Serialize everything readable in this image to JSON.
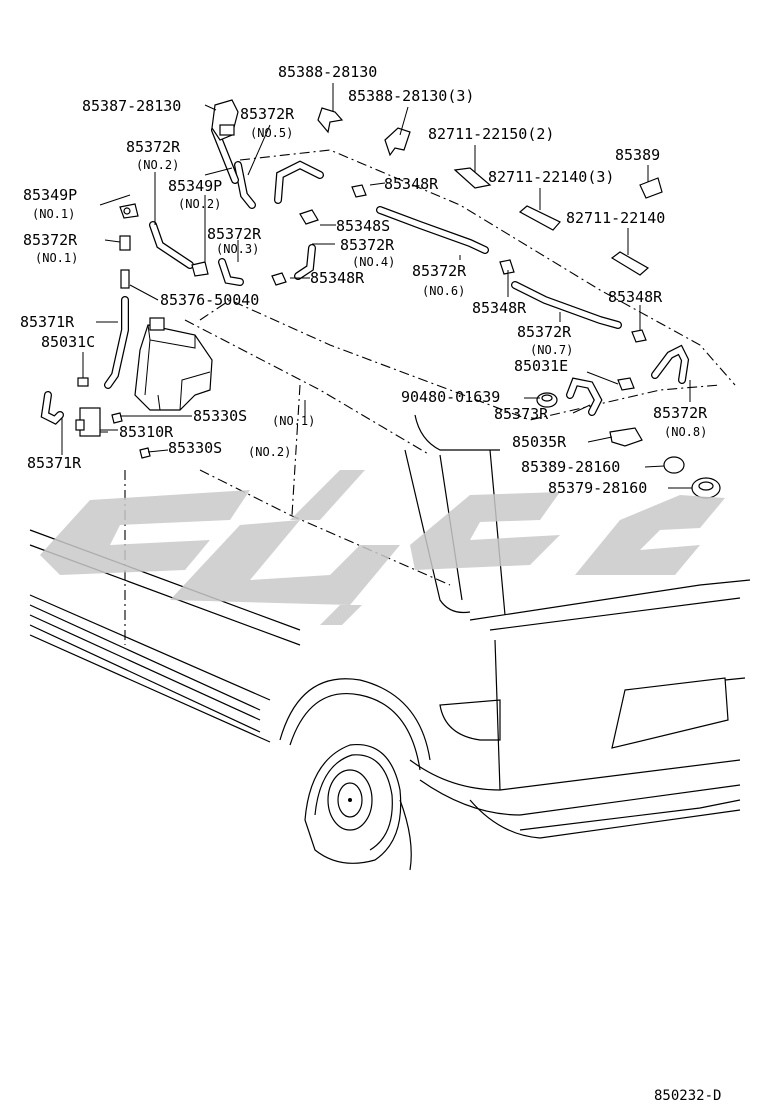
{
  "labels": [
    {
      "text": "85388-28130"
    },
    {
      "text": "85387-28130"
    },
    {
      "text": "85372R"
    },
    {
      "text": "(NO.5)"
    },
    {
      "text": "85388-28130(3)"
    },
    {
      "text": "82711-22150(2)"
    },
    {
      "text": "85372R"
    },
    {
      "text": "(NO.2)"
    },
    {
      "text": "85389"
    },
    {
      "text": "85349P"
    },
    {
      "text": "(NO.2)"
    },
    {
      "text": "85348R"
    },
    {
      "text": "82711-22140(3)"
    },
    {
      "text": "85349P"
    },
    {
      "text": "(NO.1)"
    },
    {
      "text": "85348S"
    },
    {
      "text": "82711-22140"
    },
    {
      "text": "85372R"
    },
    {
      "text": "(NO.3)"
    },
    {
      "text": "85372R"
    },
    {
      "text": "85372R"
    },
    {
      "text": "(NO.1)"
    },
    {
      "text": "(NO.4)"
    },
    {
      "text": "85348R"
    },
    {
      "text": "85372R"
    },
    {
      "text": "(NO.6)"
    },
    {
      "text": "85376-50040"
    },
    {
      "text": "85348R"
    },
    {
      "text": "85348R"
    },
    {
      "text": "85371R"
    },
    {
      "text": "85372R"
    },
    {
      "text": "85031C"
    },
    {
      "text": "(NO.7)"
    },
    {
      "text": "85031E"
    },
    {
      "text": "90480-01639"
    },
    {
      "text": "85373R"
    },
    {
      "text": "85372R"
    },
    {
      "text": "85330S"
    },
    {
      "text": "(NO.1)"
    },
    {
      "text": "85310R"
    },
    {
      "text": "(NO.8)"
    },
    {
      "text": "85330S"
    },
    {
      "text": "(NO.2)"
    },
    {
      "text": "85035R"
    },
    {
      "text": "85371R"
    },
    {
      "text": "85389-28160"
    },
    {
      "text": "85379-28160"
    }
  ],
  "diagram_code": "850232-D",
  "watermark": "Persian-script logo watermark (grey)"
}
